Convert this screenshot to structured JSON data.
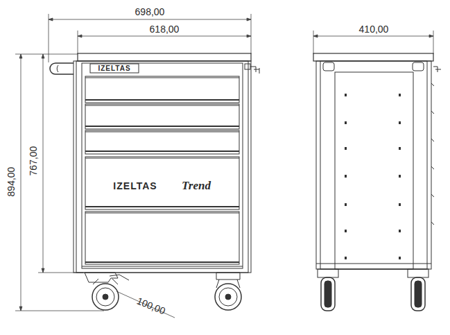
{
  "diagram": {
    "labels": [
      "698,00",
      "618,00",
      "894,00",
      "767,00",
      "100,00",
      "410,00",
      "IZELTAS",
      "IZELTAS",
      "Trend"
    ]
  }
}
